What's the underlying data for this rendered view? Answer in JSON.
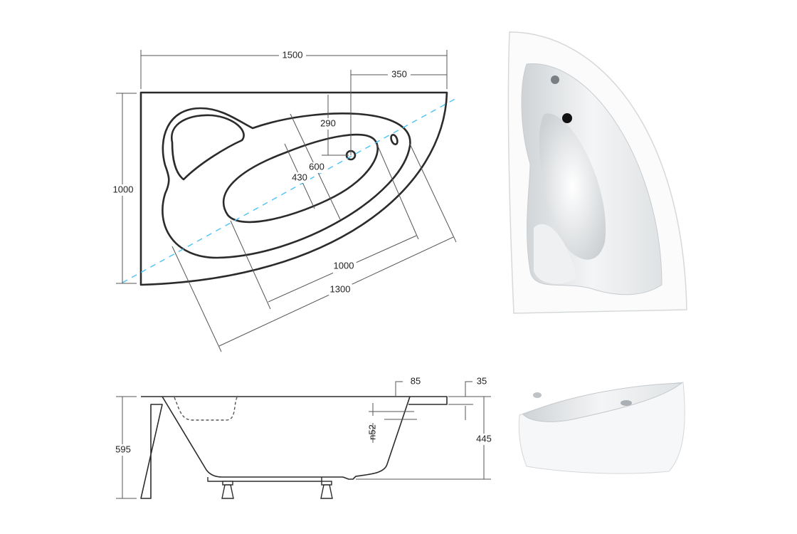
{
  "top_view": {
    "width": "1500",
    "drain_offset": "350",
    "drain_depth": "290",
    "height": "1000",
    "basin_width": "600",
    "inner_width": "430",
    "inner_length": "1000",
    "outer_length": "1300"
  },
  "side_view": {
    "total_height": "595",
    "rim_width": "85",
    "rim_thickness": "35",
    "overflow_label": "n52",
    "depth": "445"
  },
  "colors": {
    "outline": "#2b2b2b",
    "dimension": "#555555",
    "axis": "#4fc3f7"
  }
}
